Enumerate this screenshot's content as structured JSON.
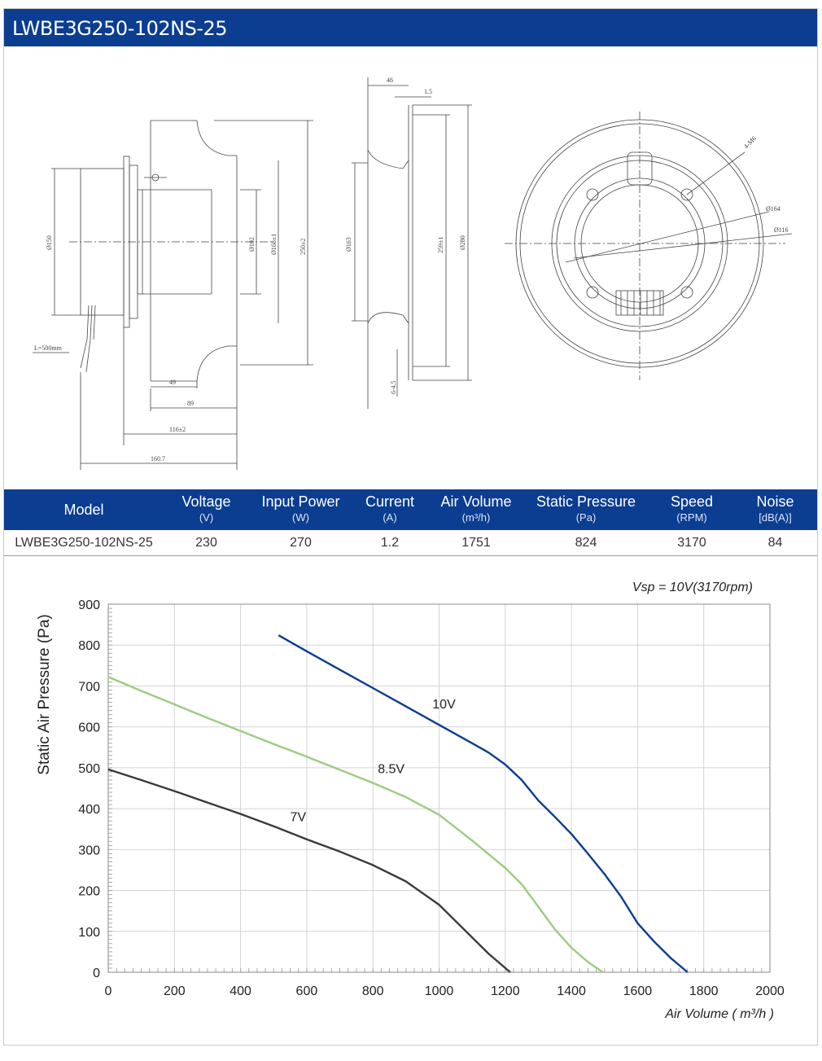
{
  "title": "LWBE3G250-102NS-25",
  "drawing": {
    "dims": {
      "d150": "Ø150",
      "d102": "Ø102",
      "d168": "Ø168±1",
      "d250": "250±2",
      "cable": "L=500mm",
      "w49": "49",
      "w89": "89",
      "w116": "116±2",
      "w160": "160.7",
      "top46": "46",
      "top15": "1.5",
      "d163": "Ø163",
      "d259": "259±1",
      "d280": "Ø280",
      "gap": "6-4.5",
      "holes": "4-M6",
      "d164": "Ø164",
      "d116": "Ø116"
    }
  },
  "specs": {
    "headers": [
      {
        "label": "Model",
        "unit": ""
      },
      {
        "label": "Voltage",
        "unit": "(V)"
      },
      {
        "label": "Input Power",
        "unit": "(W)"
      },
      {
        "label": "Current",
        "unit": "(A)"
      },
      {
        "label": "Air Volume",
        "unit": "(m³/h)"
      },
      {
        "label": "Static Pressure",
        "unit": "(Pa)"
      },
      {
        "label": "Speed",
        "unit": "(RPM)"
      },
      {
        "label": "Noise",
        "unit": "[dB(A)]"
      }
    ],
    "row": [
      "LWBE3G250-102NS-25",
      "230",
      "270",
      "1.2",
      "1751",
      "824",
      "3170",
      "84"
    ]
  },
  "chart_data": {
    "type": "line",
    "annotation": "Vsp = 10V(3170rpm)",
    "xlabel": "Air Volume ( m³/h )",
    "ylabel": "Static Air Pressure  (Pa)",
    "xlim": [
      0,
      2000
    ],
    "ylim": [
      0,
      900
    ],
    "xticks": [
      "0",
      "200",
      "400",
      "600",
      "800",
      "1000",
      "1200",
      "1400",
      "1600",
      "1800",
      "2000"
    ],
    "yticks": [
      "0",
      "100",
      "200",
      "300",
      "400",
      "500",
      "600",
      "700",
      "800",
      "900"
    ],
    "grid": true,
    "series": [
      {
        "name": "10V",
        "color": "#0b3d91",
        "x": [
          515,
          600,
          700,
          800,
          900,
          1000,
          1100,
          1150,
          1200,
          1250,
          1300,
          1350,
          1400,
          1450,
          1500,
          1550,
          1600,
          1650,
          1700,
          1751
        ],
        "y": [
          824,
          785,
          740,
          695,
          650,
          605,
          560,
          537,
          508,
          470,
          420,
          380,
          338,
          290,
          240,
          185,
          120,
          75,
          35,
          0
        ]
      },
      {
        "name": "8.5V",
        "color": "#9ccc7f",
        "x": [
          0,
          100,
          200,
          300,
          400,
          500,
          600,
          700,
          800,
          900,
          1000,
          1100,
          1200,
          1250,
          1300,
          1350,
          1400,
          1450,
          1495
        ],
        "y": [
          722,
          688,
          655,
          622,
          590,
          558,
          527,
          495,
          463,
          428,
          385,
          322,
          255,
          215,
          160,
          105,
          60,
          25,
          0
        ]
      },
      {
        "name": "7V",
        "color": "#3a3a3a",
        "x": [
          0,
          100,
          200,
          300,
          400,
          500,
          600,
          700,
          800,
          900,
          1000,
          1050,
          1100,
          1150,
          1215
        ],
        "y": [
          496,
          470,
          443,
          415,
          387,
          357,
          325,
          295,
          262,
          222,
          165,
          125,
          85,
          45,
          0
        ]
      }
    ]
  }
}
